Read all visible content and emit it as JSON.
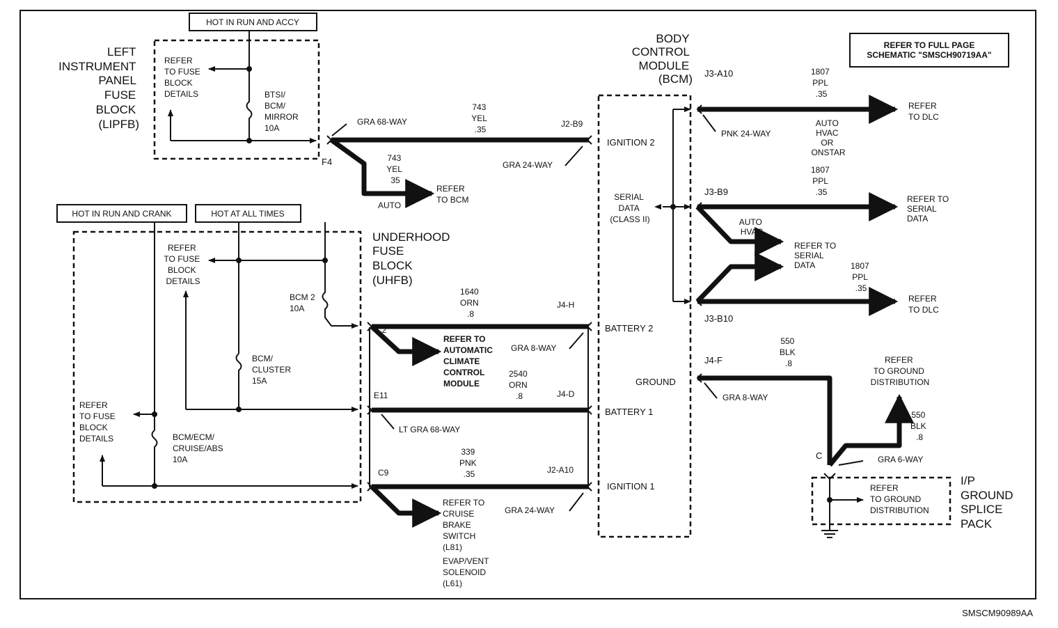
{
  "diagram_id": "SMSCM90989AA",
  "refer_note": [
    "REFER TO FULL PAGE",
    "SCHEMATIC \"SMSCH90719AA\""
  ],
  "power_tags": {
    "run_accy": "HOT IN RUN AND ACCY",
    "run_crank": "HOT IN RUN AND CRANK",
    "all_times": "HOT AT ALL TIMES"
  },
  "lipfb": {
    "title": [
      "LEFT",
      "INSTRUMENT",
      "PANEL",
      "FUSE",
      "BLOCK",
      "(LIPFB)"
    ],
    "refer": [
      "REFER",
      "TO FUSE",
      "BLOCK",
      "DETAILS"
    ],
    "fuse": [
      "BTSI/",
      "BCM/",
      "MIRROR",
      "10A"
    ],
    "connector": "F4"
  },
  "uhfb": {
    "title": [
      "UNDERHOOD",
      "FUSE",
      "BLOCK",
      "(UHFB)"
    ],
    "refer_top": [
      "REFER",
      "TO FUSE",
      "BLOCK",
      "DETAILS"
    ],
    "refer_left": [
      "REFER",
      "TO FUSE",
      "BLOCK",
      "DETAILS"
    ],
    "fuse_bcm2": [
      "BCM 2",
      "10A"
    ],
    "fuse_cluster": [
      "BCM/",
      "CLUSTER",
      "15A"
    ],
    "fuse_ecm": [
      "BCM/ECM/",
      "CRUISE/ABS",
      "10A"
    ],
    "pins": [
      "C2",
      "E11",
      "C9"
    ]
  },
  "bcm": {
    "title": [
      "BODY",
      "CONTROL",
      "MODULE",
      "(BCM)"
    ],
    "inputs": [
      "IGNITION 2",
      "SERIAL",
      "DATA",
      "(CLASS II)",
      "BATTERY 2",
      "GROUND",
      "BATTERY 1",
      "IGNITION 1"
    ]
  },
  "wires": {
    "ign2": {
      "circuit": "743",
      "color": "YEL",
      "gauge": ".35",
      "left_conn": "GRA 68-WAY",
      "pin": "J2-B9",
      "right_conn": "GRA 24-WAY"
    },
    "ign2_branch": {
      "circuit": "743",
      "color": "YEL",
      "gauge": "35",
      "option": "AUTO",
      "refer": [
        "REFER",
        "TO BCM"
      ]
    },
    "bat2": {
      "circuit": "1640",
      "color": "ORN",
      "gauge": ".8",
      "pin": "J4-H",
      "right_conn": "GRA 8-WAY",
      "refer": [
        "REFER TO",
        "AUTOMATIC",
        "CLIMATE",
        "CONTROL",
        "MODULE"
      ]
    },
    "bat1": {
      "circuit": "2540",
      "color": "ORN",
      "gauge": ".8",
      "pin": "J4-D",
      "left_conn": "LT GRA 68-WAY"
    },
    "ign1": {
      "circuit": "339",
      "color": "PNK",
      "gauge": ".35",
      "pin": "J2-A10",
      "right_conn": "GRA 24-WAY",
      "refer": [
        "REFER TO",
        "CRUISE",
        "BRAKE",
        "SWITCH",
        "(L81)",
        "EVAP/VENT",
        "SOLENOID",
        "(L61)"
      ]
    },
    "j3a10": {
      "pin": "J3-A10",
      "conn": "PNK 24-WAY",
      "circuit": "1807",
      "color": "PPL",
      "gauge": ".35",
      "option": [
        "AUTO",
        "HVAC",
        "OR",
        "ONSTAR"
      ],
      "refer": [
        "REFER",
        "TO DLC"
      ]
    },
    "j3b9": {
      "pin": "J3-B9",
      "circuit": "1807",
      "color": "PPL",
      "gauge": ".35",
      "refer": [
        "REFER TO",
        "SERIAL",
        "DATA"
      ],
      "option": [
        "AUTO",
        "HVAC"
      ],
      "refer_branch": [
        "REFER TO",
        "SERIAL",
        "DATA"
      ]
    },
    "j3b10": {
      "pin": "J3-B10",
      "circuit": "1807",
      "color": "PPL",
      "gauge": ".35",
      "refer": [
        "REFER",
        "TO DLC"
      ]
    },
    "ground": {
      "pin": "J4-F",
      "conn": "GRA 8-WAY",
      "circuit": "550",
      "color": "BLK",
      "gauge": ".8",
      "refer": [
        "REFER",
        "TO GROUND",
        "DISTRIBUTION"
      ],
      "circuit2": "550",
      "color2": "BLK",
      "gauge2": ".8",
      "splice_pin": "C",
      "splice_conn": "GRA 6-WAY"
    }
  },
  "gsp": {
    "title": [
      "I/P",
      "GROUND",
      "SPLICE",
      "PACK"
    ],
    "refer": [
      "REFER",
      "TO GROUND",
      "DISTRIBUTION"
    ]
  }
}
